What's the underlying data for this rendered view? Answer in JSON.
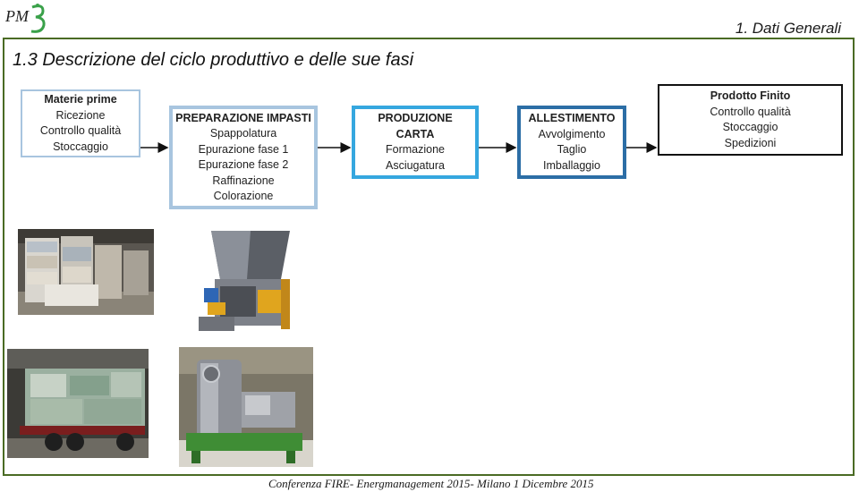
{
  "header": {
    "logo_text": "PM3",
    "section_label": "1. Dati Generali"
  },
  "slide": {
    "title": "1.3  Descrizione del ciclo produttivo e delle sue fasi"
  },
  "flow": {
    "raw_materials": {
      "heading": "Materie prime",
      "lines": [
        "Ricezione",
        "Controllo qualità",
        "Stoccaggio"
      ]
    },
    "preparation": {
      "heading": "PREPARAZIONE IMPASTI",
      "lines": [
        "Spappolatura",
        "Epurazione fase 1",
        "Epurazione fase 2",
        "Raffinazione",
        "Colorazione"
      ]
    },
    "production": {
      "heading_1": "PRODUZIONE",
      "heading_2": "CARTA",
      "lines": [
        "Formazione",
        "Asciugatura"
      ]
    },
    "finishing": {
      "heading": "ALLESTIMENTO",
      "lines": [
        "Avvolgimento",
        "Taglio",
        "Imballaggio"
      ]
    },
    "finished_product": {
      "heading": "Prodotto Finito",
      "lines": [
        "Controllo qualità",
        "Stoccaggio",
        "Spedizioni"
      ]
    }
  },
  "colors": {
    "frame": "#4a6b24",
    "raw_border": "#a8c5df",
    "prep_border": "#a8c5df",
    "production_border": "#35a7df",
    "finishing_border": "#2c6ea6",
    "logo_green": "#3aa14a"
  },
  "footer": {
    "text": "Conferenza FIRE- Energmanagement 2015- Milano 1 Dicembre 2015"
  }
}
